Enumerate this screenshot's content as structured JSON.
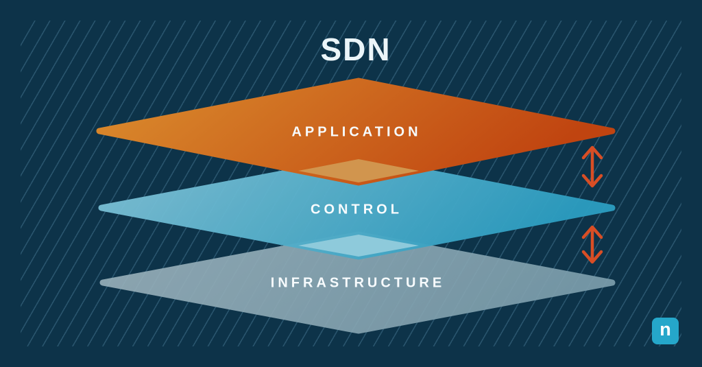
{
  "title": "SDN",
  "diagram": {
    "layers": [
      {
        "id": "application",
        "label": "APPLICATION",
        "gradient_left": "#db8e2e",
        "gradient_right": "#c04410"
      },
      {
        "id": "control",
        "label": "CONTROL",
        "gradient_left": "#82c2d6",
        "gradient_right": "#2c9dc0"
      },
      {
        "id": "infrastructure",
        "label": "INFRASTRUCTURE",
        "gradient_left": "#9cb3bd",
        "gradient_right": "#7fa0ae"
      }
    ],
    "overlap_tints": {
      "application_over_control": "#d1954e",
      "control_over_infrastructure": "#8ecadb"
    },
    "arrow_color": "#d84e25"
  },
  "background": {
    "color": "#0d3349",
    "hatch_line_color": "rgba(116,175,205,0.27)"
  },
  "logo": {
    "letter": "n",
    "background": "#25a7ca",
    "text_color": "#ffffff"
  }
}
